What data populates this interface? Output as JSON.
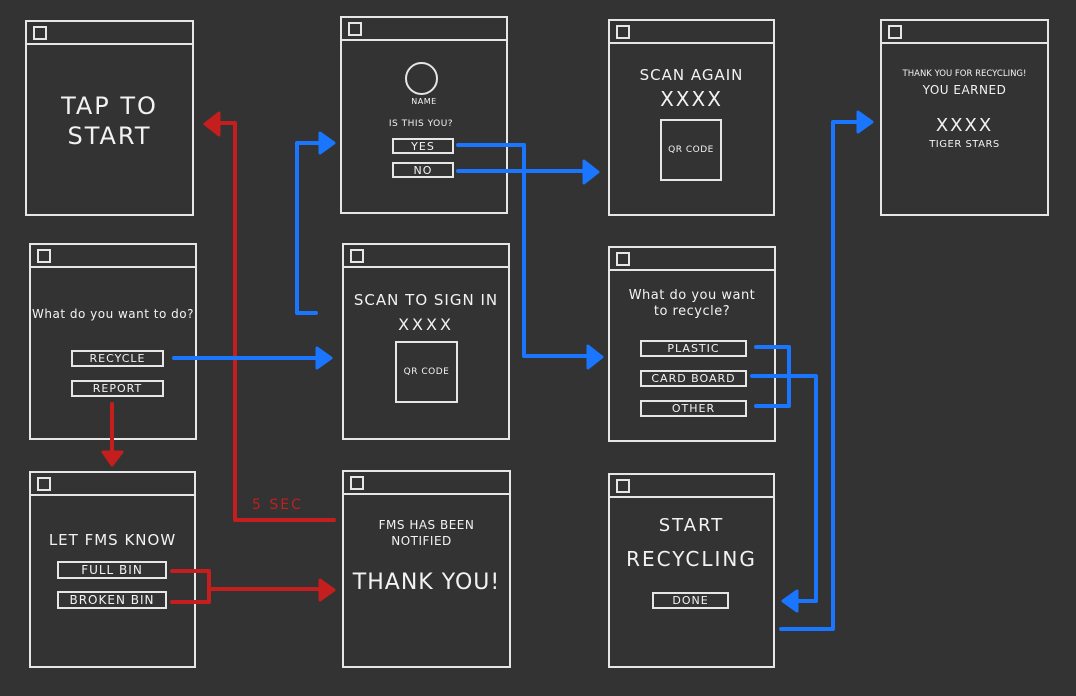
{
  "screens": {
    "tap_to_start": {
      "line1": "TAP TO",
      "line2": "START"
    },
    "what_do": {
      "question": "What do you want to do?",
      "recycle_label": "RECYCLE",
      "report_label": "REPORT"
    },
    "fms": {
      "title": "LET FMS KNOW",
      "full_bin_label": "FULL BIN",
      "broken_bin_label": "BROKEN BIN"
    },
    "is_this_you": {
      "name_label": "NAME",
      "question": "IS THIS YOU?",
      "yes_label": "YES",
      "no_label": "NO"
    },
    "scan_sign_in": {
      "title": "SCAN TO SIGN IN",
      "code": "XXXX",
      "qr_label": "QR CODE"
    },
    "notified": {
      "line1": "FMS HAS BEEN",
      "line2": "NOTIFIED",
      "thanks": "THANK YOU!"
    },
    "scan_again": {
      "title": "SCAN AGAIN",
      "code": "XXXX",
      "qr_label": "QR CODE"
    },
    "recycle_what": {
      "line1": "What do you want",
      "line2": "to recycle?",
      "plastic_label": "PLASTIC",
      "cardboard_label": "CARD BOARD",
      "other_label": "OTHER"
    },
    "start_recycling": {
      "line1": "START",
      "line2": "RECYCLING",
      "done_label": "DONE"
    },
    "thank_you": {
      "line1": "THANK YOU FOR RECYCLING!",
      "line2": "YOU EARNED",
      "amount": "XXXX",
      "unit": "TIGER STARS"
    }
  },
  "timeout_label": "5 SEC",
  "colors": {
    "background": "#333333",
    "stroke": "#e6e6e6",
    "flow_blue": "#1a75ff",
    "flow_red": "#c41e1e"
  }
}
